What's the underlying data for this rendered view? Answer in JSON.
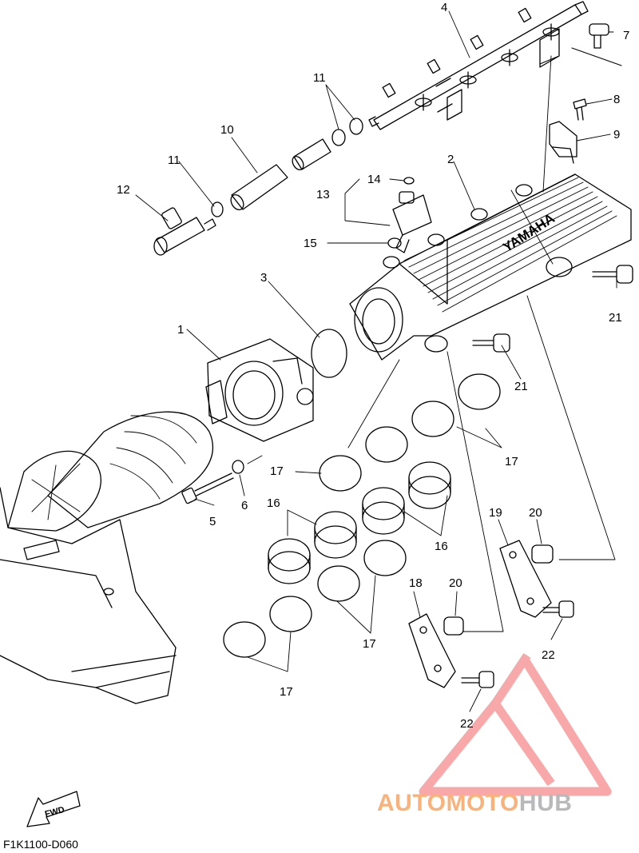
{
  "diagram": {
    "code": "F1K1100-D060",
    "fwd": "FWD",
    "brand_on_part": "YAMAHA",
    "watermark": {
      "part1": "AUTOMOTO",
      "part2": "HUB",
      "color_primary": "#f58b8b",
      "color_text": "#f9b27a",
      "color_grey": "#b9b9b9"
    },
    "labels": [
      {
        "id": "label-1",
        "text": "1"
      },
      {
        "id": "label-2",
        "text": "2"
      },
      {
        "id": "label-3",
        "text": "3"
      },
      {
        "id": "label-4",
        "text": "4"
      },
      {
        "id": "label-5",
        "text": "5"
      },
      {
        "id": "label-6",
        "text": "6"
      },
      {
        "id": "label-7",
        "text": "7"
      },
      {
        "id": "label-8",
        "text": "8"
      },
      {
        "id": "label-9",
        "text": "9"
      },
      {
        "id": "label-10",
        "text": "10"
      },
      {
        "id": "label-11a",
        "text": "11"
      },
      {
        "id": "label-11b",
        "text": "11"
      },
      {
        "id": "label-12",
        "text": "12"
      },
      {
        "id": "label-13",
        "text": "13"
      },
      {
        "id": "label-14",
        "text": "14"
      },
      {
        "id": "label-15",
        "text": "15"
      },
      {
        "id": "label-16a",
        "text": "16"
      },
      {
        "id": "label-16b",
        "text": "16"
      },
      {
        "id": "label-17a",
        "text": "17"
      },
      {
        "id": "label-17b",
        "text": "17"
      },
      {
        "id": "label-17c",
        "text": "17"
      },
      {
        "id": "label-17d",
        "text": "17"
      },
      {
        "id": "label-18",
        "text": "18"
      },
      {
        "id": "label-19",
        "text": "19"
      },
      {
        "id": "label-20a",
        "text": "20"
      },
      {
        "id": "label-20b",
        "text": "20"
      },
      {
        "id": "label-21a",
        "text": "21"
      },
      {
        "id": "label-21b",
        "text": "21"
      },
      {
        "id": "label-22a",
        "text": "22"
      },
      {
        "id": "label-22b",
        "text": "22"
      }
    ]
  }
}
